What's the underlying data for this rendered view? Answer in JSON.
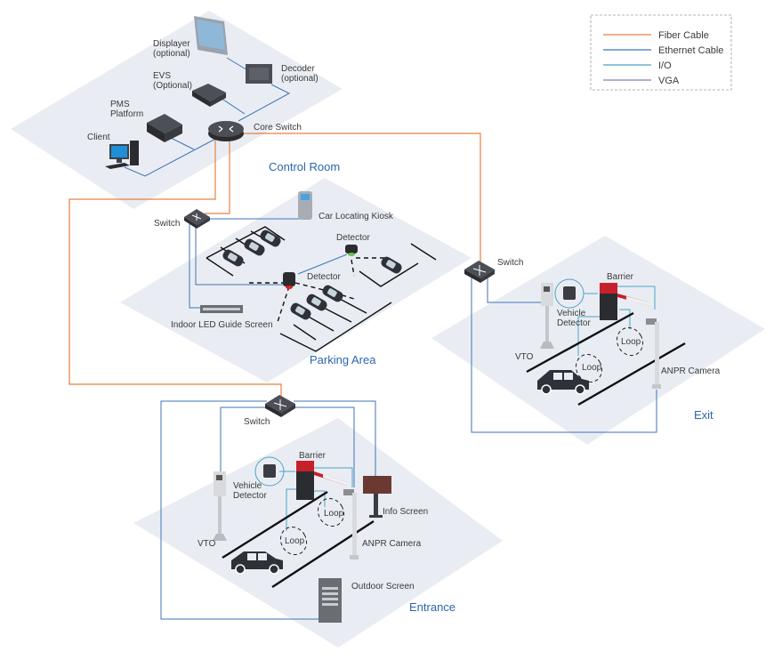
{
  "legend": {
    "items": [
      {
        "label": "Fiber Cable",
        "color": "#e8803f"
      },
      {
        "label": "Ethernet Cable",
        "color": "#3f72b8"
      },
      {
        "label": "I/O",
        "color": "#4aa3c8"
      },
      {
        "label": "VGA",
        "color": "#a58cc8"
      }
    ]
  },
  "colors": {
    "platform": "#e9edf3",
    "zone_label": "#2b66ad",
    "fiber": "#e8803f",
    "ethernet": "#3f72b8",
    "io": "#4aa3c8",
    "device_dark": "#3b3d42",
    "barrier_red": "#c8202a"
  },
  "zones": {
    "control_room": "Control Room",
    "parking_area": "Parking Area",
    "exit": "Exit",
    "entrance": "Entrance"
  },
  "control_room": {
    "displayer": [
      "Displayer",
      "(optional)"
    ],
    "decoder": [
      "Decoder",
      "(optional)"
    ],
    "evs": [
      "EVS",
      "(Optional)"
    ],
    "pms": [
      "PMS",
      "Platform"
    ],
    "client": "Client",
    "core_switch": "Core Switch"
  },
  "parking": {
    "switch": "Switch",
    "kiosk": "Car Locating Kiosk",
    "detector_1": "Detector",
    "detector_2": "Detector",
    "led_screen": "Indoor LED Guide Screen"
  },
  "exit": {
    "switch": "Switch",
    "barrier": "Barrier",
    "vehicle_detector": [
      "Vehicle",
      "Detector"
    ],
    "vto": "VTO",
    "loop_1": "Loop",
    "loop_2": "Loop",
    "anpr": "ANPR Camera"
  },
  "entrance": {
    "switch": "Switch",
    "barrier": "Barrier",
    "vehicle_detector": [
      "Vehicle",
      "Detector"
    ],
    "vto": "VTO",
    "loop_1": "Loop",
    "loop_2": "Loop",
    "info_screen": "Info Screen",
    "anpr": "ANPR Camera",
    "outdoor_screen": "Outdoor Screen"
  }
}
